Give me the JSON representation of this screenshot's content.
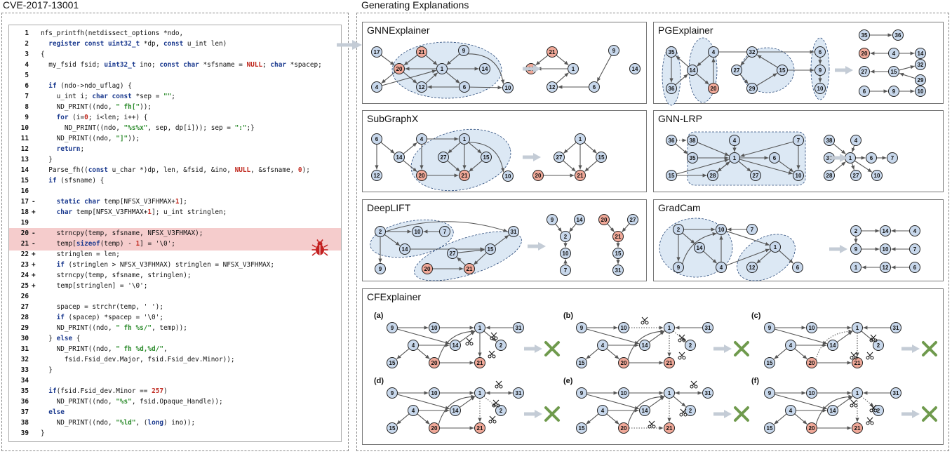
{
  "left_title": "CVE-2017-13001",
  "right_title": "Generating Explanations",
  "code_lines": [
    {
      "n": "1",
      "m": "",
      "h": false,
      "t": [
        [
          "nfs_printfh(netdissect_options *ndo,",
          ""
        ]
      ]
    },
    {
      "n": "2",
      "m": "",
      "h": false,
      "t": [
        [
          "  ",
          ""
        ],
        [
          "register const uint32_t",
          "kw"
        ],
        [
          " *dp, ",
          ""
        ],
        [
          "const",
          "kw"
        ],
        [
          " u_int len)",
          ""
        ]
      ]
    },
    {
      "n": "3",
      "m": "",
      "h": false,
      "t": [
        [
          "{",
          ""
        ]
      ]
    },
    {
      "n": "4",
      "m": "",
      "h": false,
      "t": [
        [
          "  my_fsid fsid; ",
          ""
        ],
        [
          "uint32_t",
          "kw"
        ],
        [
          " ino; ",
          ""
        ],
        [
          "const char",
          "kw"
        ],
        [
          " *sfsname = ",
          ""
        ],
        [
          "NULL",
          "num"
        ],
        [
          "; ",
          ""
        ],
        [
          "char",
          "kw"
        ],
        [
          " *spacep;",
          ""
        ]
      ]
    },
    {
      "n": "5",
      "m": "",
      "h": false,
      "t": []
    },
    {
      "n": "6",
      "m": "",
      "h": false,
      "t": [
        [
          "  ",
          ""
        ],
        [
          "if",
          "kw"
        ],
        [
          " (ndo->ndo_uflag) {",
          ""
        ]
      ]
    },
    {
      "n": "7",
      "m": "",
      "h": false,
      "t": [
        [
          "    u_int i; ",
          ""
        ],
        [
          "char const",
          "kw"
        ],
        [
          " *sep = ",
          ""
        ],
        [
          "\"\"",
          "str"
        ],
        [
          ";",
          ""
        ]
      ]
    },
    {
      "n": "8",
      "m": "",
      "h": false,
      "t": [
        [
          "    ND_PRINT((ndo, ",
          ""
        ],
        [
          "\" fh[\"",
          "str"
        ],
        [
          "));",
          ""
        ]
      ]
    },
    {
      "n": "9",
      "m": "",
      "h": false,
      "t": [
        [
          "    ",
          ""
        ],
        [
          "for",
          "kw"
        ],
        [
          " (i=",
          ""
        ],
        [
          "0",
          "num"
        ],
        [
          "; i<len; i++) {",
          ""
        ]
      ]
    },
    {
      "n": "10",
      "m": "",
      "h": false,
      "t": [
        [
          "      ND_PRINT((ndo, ",
          ""
        ],
        [
          "\"%s%x\"",
          "str"
        ],
        [
          ", sep, dp[i])); sep = ",
          ""
        ],
        [
          "\":\"",
          "str"
        ],
        [
          ";}",
          ""
        ]
      ]
    },
    {
      "n": "11",
      "m": "",
      "h": false,
      "t": [
        [
          "    ND_PRINT((ndo, ",
          ""
        ],
        [
          "\"]\"",
          "str"
        ],
        [
          "));",
          ""
        ]
      ]
    },
    {
      "n": "12",
      "m": "",
      "h": false,
      "t": [
        [
          "    ",
          ""
        ],
        [
          "return",
          "kw"
        ],
        [
          ";",
          ""
        ]
      ]
    },
    {
      "n": "13",
      "m": "",
      "h": false,
      "t": [
        [
          "  }",
          ""
        ]
      ]
    },
    {
      "n": "14",
      "m": "",
      "h": false,
      "t": [
        [
          "  Parse_fh((",
          ""
        ],
        [
          "const",
          "kw"
        ],
        [
          " u_char *)dp, len, &fsid, &ino, ",
          ""
        ],
        [
          "NULL",
          "num"
        ],
        [
          ", &sfsname, ",
          ""
        ],
        [
          "0",
          "num"
        ],
        [
          ");",
          ""
        ]
      ]
    },
    {
      "n": "15",
      "m": "",
      "h": false,
      "t": [
        [
          "  ",
          ""
        ],
        [
          "if",
          "kw"
        ],
        [
          " (sfsname) {",
          ""
        ]
      ]
    },
    {
      "n": "16",
      "m": "",
      "h": false,
      "t": []
    },
    {
      "n": "17",
      "m": "-",
      "h": false,
      "t": [
        [
          "    ",
          ""
        ],
        [
          "static char",
          "kw"
        ],
        [
          " temp[NFSX_V3FHMAX+",
          ""
        ],
        [
          "1",
          "num"
        ],
        [
          "];",
          ""
        ]
      ]
    },
    {
      "n": "18",
      "m": "+",
      "h": false,
      "t": [
        [
          "    ",
          ""
        ],
        [
          "char",
          "kw"
        ],
        [
          " temp[NFSX_V3FHMAX+",
          ""
        ],
        [
          "1",
          "num"
        ],
        [
          "]; u_int stringlen;",
          ""
        ]
      ]
    },
    {
      "n": "19",
      "m": "",
      "h": false,
      "t": []
    },
    {
      "n": "20",
      "m": "-",
      "h": true,
      "t": [
        [
          "    strncpy(temp, sfsname, NFSX_V3FHMAX);",
          ""
        ]
      ]
    },
    {
      "n": "21",
      "m": "-",
      "h": true,
      "t": [
        [
          "    temp[",
          ""
        ],
        [
          "sizeof",
          "kw"
        ],
        [
          "(temp) - ",
          ""
        ],
        [
          "1",
          "num"
        ],
        [
          "] = '\\0';",
          ""
        ]
      ]
    },
    {
      "n": "22",
      "m": "+",
      "h": false,
      "t": [
        [
          "    stringlen = len;",
          ""
        ]
      ]
    },
    {
      "n": "23",
      "m": "+",
      "h": false,
      "t": [
        [
          "    ",
          ""
        ],
        [
          "if",
          "kw"
        ],
        [
          " (stringlen > NFSX_V3FHMAX) stringlen = NFSX_V3FHMAX;",
          ""
        ]
      ]
    },
    {
      "n": "24",
      "m": "+",
      "h": false,
      "t": [
        [
          "    strncpy(temp, sfsname, stringlen);",
          ""
        ]
      ]
    },
    {
      "n": "25",
      "m": "+",
      "h": false,
      "t": [
        [
          "    temp[stringlen] = '\\0';",
          ""
        ]
      ]
    },
    {
      "n": "26",
      "m": "",
      "h": false,
      "t": []
    },
    {
      "n": "27",
      "m": "",
      "h": false,
      "t": [
        [
          "    spacep = strchr(temp, ' ');",
          ""
        ]
      ]
    },
    {
      "n": "28",
      "m": "",
      "h": false,
      "t": [
        [
          "    ",
          ""
        ],
        [
          "if",
          "kw"
        ],
        [
          " (spacep) *spacep = '\\0';",
          ""
        ]
      ]
    },
    {
      "n": "29",
      "m": "",
      "h": false,
      "t": [
        [
          "    ND_PRINT((ndo, ",
          ""
        ],
        [
          "\" fh %s/\"",
          "str"
        ],
        [
          ", temp));",
          ""
        ]
      ]
    },
    {
      "n": "30",
      "m": "",
      "h": false,
      "t": [
        [
          "  } ",
          ""
        ],
        [
          "else",
          "kw"
        ],
        [
          " {",
          ""
        ]
      ]
    },
    {
      "n": "31",
      "m": "",
      "h": false,
      "t": [
        [
          "    ND_PRINT((ndo, ",
          ""
        ],
        [
          "\" fh %d,%d/\"",
          "str"
        ],
        [
          ",",
          ""
        ]
      ]
    },
    {
      "n": "32",
      "m": "",
      "h": false,
      "t": [
        [
          "      fsid.Fsid_dev.Major, fsid.Fsid_dev.Minor));",
          ""
        ]
      ]
    },
    {
      "n": "33",
      "m": "",
      "h": false,
      "t": [
        [
          "  }",
          ""
        ]
      ]
    },
    {
      "n": "34",
      "m": "",
      "h": false,
      "t": []
    },
    {
      "n": "35",
      "m": "",
      "h": false,
      "t": [
        [
          "  ",
          ""
        ],
        [
          "if",
          "kw"
        ],
        [
          "(fsid.Fsid_dev.Minor == ",
          ""
        ],
        [
          "257",
          "num"
        ],
        [
          ")",
          ""
        ]
      ]
    },
    {
      "n": "36",
      "m": "",
      "h": false,
      "t": [
        [
          "    ND_PRINT((ndo, ",
          ""
        ],
        [
          "\"%s\"",
          "str"
        ],
        [
          ", fsid.Opaque_Handle));",
          ""
        ]
      ]
    },
    {
      "n": "37",
      "m": "",
      "h": false,
      "t": [
        [
          "  ",
          ""
        ],
        [
          "else",
          "kw"
        ],
        []
      ]
    },
    {
      "n": "38",
      "m": "",
      "h": false,
      "t": [
        [
          "    ND_PRINT((ndo, ",
          ""
        ],
        [
          "\"%ld\"",
          "str"
        ],
        [
          ", (",
          ""
        ],
        [
          "long",
          "kw"
        ],
        [
          ") ino));",
          ""
        ]
      ]
    },
    {
      "n": "39",
      "m": "",
      "h": false,
      "t": [
        [
          "}",
          ""
        ]
      ]
    }
  ],
  "colors": {
    "node_fill": "#c8d8ec",
    "vuln_node_fill": "#f0a898",
    "region_fill": "#dce8f4",
    "edge": "#555555",
    "arrow": "#c4ccd6",
    "cross": "#6f9a4d",
    "bug": "#c42020",
    "highlight": "#f5cccc"
  },
  "methods": {
    "gnnexplainer": "GNNExplainer",
    "pgexplainer": "PGExplainer",
    "subgraphx": "SubGraphX",
    "gnnlrp": "GNN-LRP",
    "deeplift": "DeepLIFT",
    "gradcam": "GradCam",
    "cfexplainer": "CFExplainer"
  },
  "cf_labels": [
    "(a)",
    "(b)",
    "(c)",
    "(d)",
    "(e)",
    "(f)"
  ]
}
